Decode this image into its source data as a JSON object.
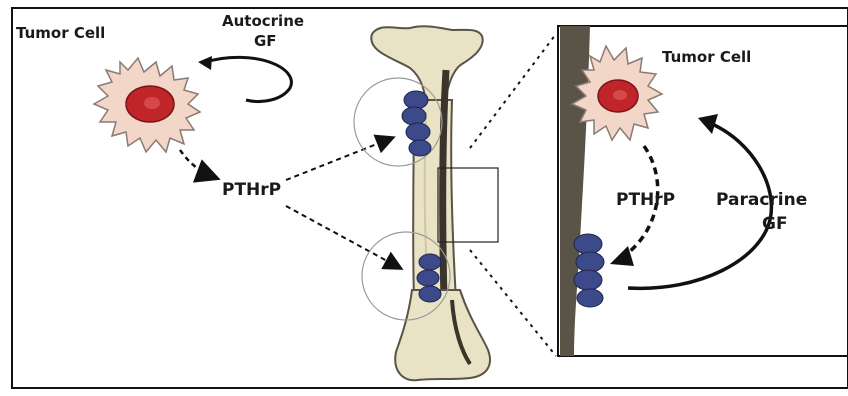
{
  "labels": {
    "tumor_cell_left": "Tumor Cell",
    "autocrine": "Autocrine",
    "autocrine_gf": "GF",
    "pthrp_center": "PTHrP",
    "tumor_cell_right": "Tumor Cell",
    "pthrp_right": "PTHrP",
    "paracrine": "Paracrine",
    "paracrine_gf": "GF"
  },
  "colors": {
    "bone": "#e9e2c4",
    "bone_dark": "#5a5347",
    "cell_body": "#f2d6c8",
    "nucleus": "#c0252a",
    "osteoclast": "#3d4a8a",
    "frame": "#111111"
  }
}
